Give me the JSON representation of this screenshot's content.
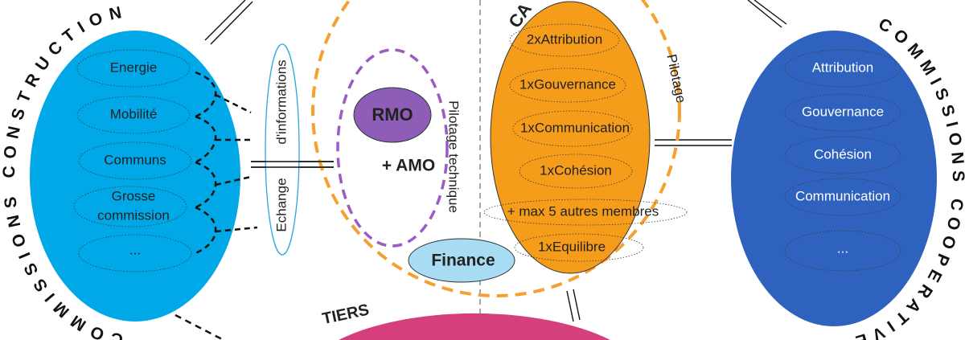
{
  "colors": {
    "construction": "#00a8e8",
    "cooperative": "#2f62bf",
    "ca": "#f59c1a",
    "rmo": "#8d5db8",
    "finance": "#a8dcf3",
    "tiers": "#d43f7c",
    "pilotage_dash": "#f5a030",
    "technique_dash": "#9a5cc4"
  },
  "construction": {
    "title": "COMMISSIONS CONSTRUCTION",
    "items": [
      "Energie",
      "Mobilité",
      "Communs",
      "Grosse",
      "commission",
      "..."
    ]
  },
  "exchange": {
    "line1": "Echange",
    "line2": "d'informations"
  },
  "center": {
    "rmo": "RMO",
    "amo": "+ AMO",
    "pilotage_technique": "Pilotage technique",
    "finance": "Finance"
  },
  "ca": {
    "title": "CA",
    "pilotage": "Pilotage",
    "items": [
      "2xAttribution",
      "1xGouvernance",
      "1xCommunication",
      "1xCohésion",
      "+ max 5 autres membres",
      "1xEquilibre"
    ]
  },
  "cooperative": {
    "title": "COMMISSIONS COOPERATIVE",
    "items": [
      "Attribution",
      "Gouvernance",
      "Cohésion",
      "Communication",
      "..."
    ]
  },
  "tiers": {
    "title": "TIERS"
  }
}
